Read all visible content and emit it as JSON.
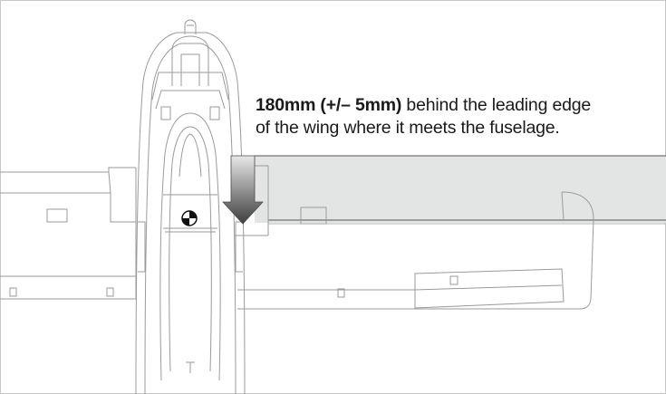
{
  "caption": {
    "bold": "180mm (+/– 5mm)",
    "rest_line1": " behind the leading edge",
    "line2": "of the wing where it meets the fuselage."
  },
  "colors": {
    "highlight_band": "#e3e4e4",
    "outline": "#9a9a9a",
    "arrow_dark": "#555555",
    "arrow_light": "#d6d6d6"
  },
  "icons": [
    "center-of-gravity-icon",
    "down-arrow-icon"
  ]
}
